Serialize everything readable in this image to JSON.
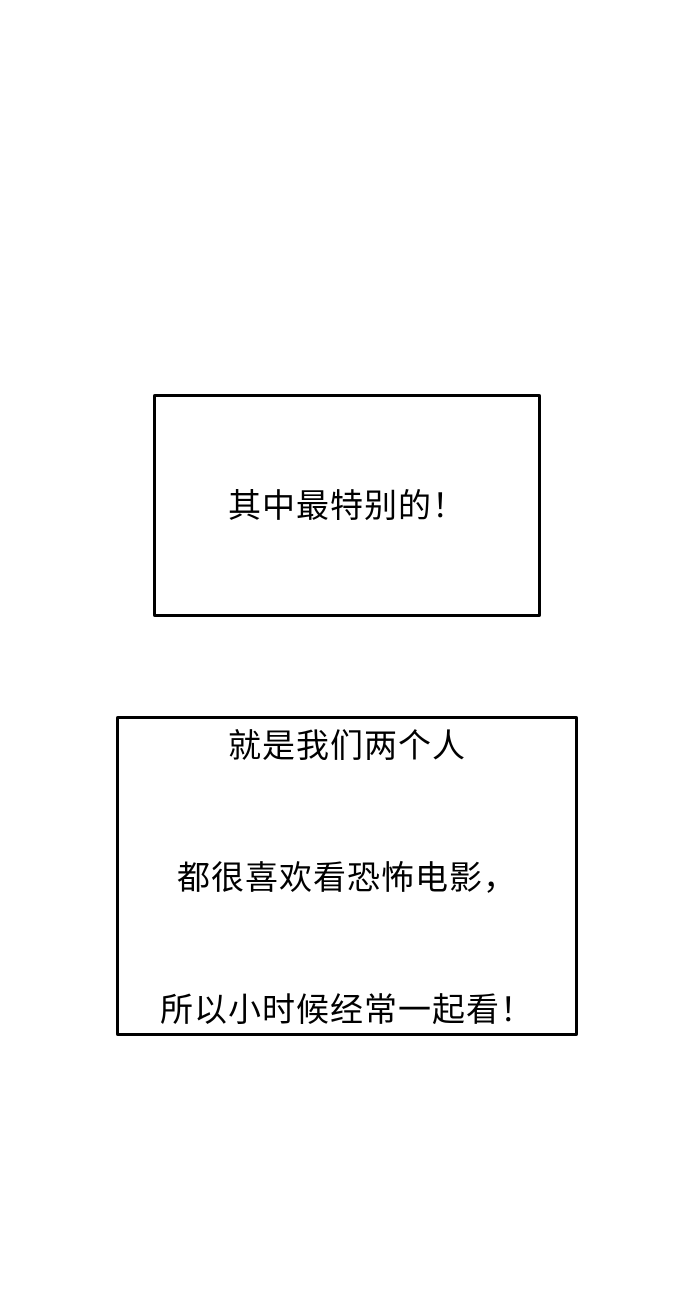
{
  "panels": [
    {
      "id": "caption-1",
      "lines": [
        "其中最特别的！"
      ]
    },
    {
      "id": "caption-2",
      "lines": [
        "就是我们两个人",
        "都很喜欢看恐怖电影，",
        "所以小时候经常一起看！"
      ]
    }
  ],
  "colors": {
    "background": "#ffffff",
    "border": "#000000",
    "text": "#000000"
  }
}
